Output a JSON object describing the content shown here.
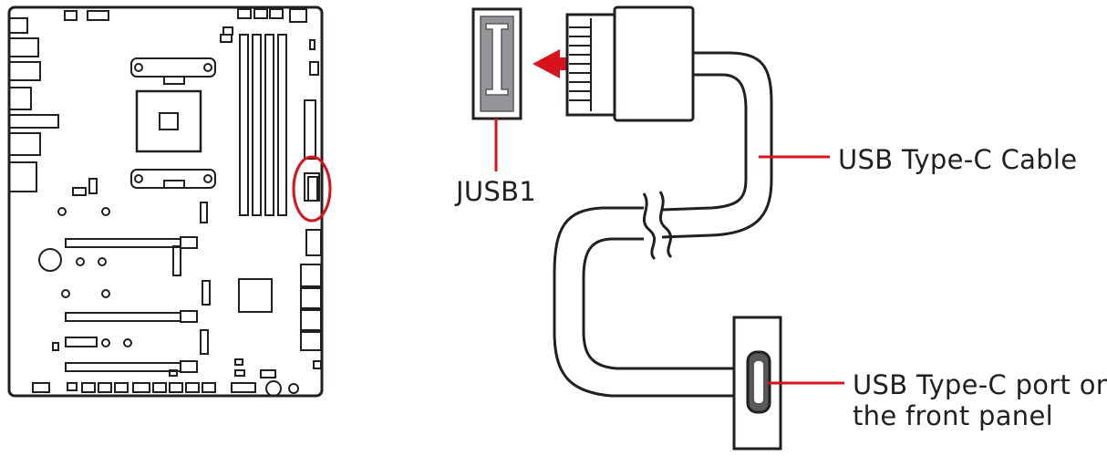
{
  "labels": {
    "connector": "JUSB1",
    "cable": "USB Type-C Cable",
    "port_line1": "USB Type-C port on",
    "port_line2": "the front panel"
  },
  "colors": {
    "ink": "#231f20",
    "accent_red": "#d7141e",
    "connector_gray": "#939598",
    "connector_dark": "#58595b"
  },
  "icons": {
    "arrow": "arrow-left-icon",
    "highlight": "red-ellipse-highlight"
  }
}
